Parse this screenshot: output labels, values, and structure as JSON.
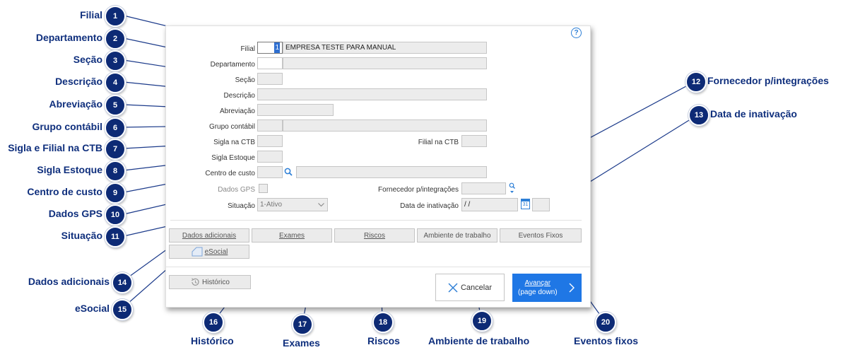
{
  "colors": {
    "badge": "#0d2a75",
    "callout_text": "#0f2f7d",
    "primary_button": "#1f77e5",
    "field_bg": "#ececec"
  },
  "form": {
    "help_icon": "?",
    "filial": {
      "label": "Filial",
      "code": "1",
      "name": "EMPRESA TESTE PARA MANUAL"
    },
    "departamento": {
      "label": "Departamento",
      "code": "",
      "name": ""
    },
    "secao": {
      "label": "Seção",
      "value": ""
    },
    "descricao": {
      "label": "Descrição",
      "value": ""
    },
    "abreviacao": {
      "label": "Abreviação",
      "value": ""
    },
    "grupo_contabil": {
      "label": "Grupo contábil",
      "code": "",
      "name": ""
    },
    "sigla_ctb": {
      "label": "Sigla na CTB",
      "value": ""
    },
    "filial_ctb": {
      "label": "Filial na CTB",
      "value": ""
    },
    "sigla_estoque": {
      "label": "Sigla Estoque",
      "value": ""
    },
    "centro_custo": {
      "label": "Centro de custo",
      "code": "",
      "name": ""
    },
    "dados_gps": {
      "label": "Dados GPS",
      "checked": false
    },
    "fornecedor": {
      "label": "Fornecedor p/integrações",
      "value": ""
    },
    "situacao": {
      "label": "Situação",
      "value": "1-Ativo"
    },
    "data_inativacao": {
      "label": "Data de inativação",
      "value": " / /",
      "calendar_day": "31",
      "extra": ""
    },
    "tabs": {
      "dados_adicionais": "Dados adicionais",
      "exames": "Exames",
      "riscos": "Riscos",
      "ambiente": "Ambiente de trabalho",
      "eventos": "Eventos Fixos",
      "esocial": "eSocial"
    },
    "historico": "Histórico",
    "cancelar": "Cancelar",
    "avancar": {
      "line1": "Avançar",
      "line2": "(page down)"
    }
  },
  "callouts": [
    {
      "num": "1",
      "text": "Filial"
    },
    {
      "num": "2",
      "text": "Departamento"
    },
    {
      "num": "3",
      "text": "Seção"
    },
    {
      "num": "4",
      "text": "Descrição"
    },
    {
      "num": "5",
      "text": "Abreviação"
    },
    {
      "num": "6",
      "text": "Grupo contábil"
    },
    {
      "num": "7",
      "text": "Sigla e Filial na CTB"
    },
    {
      "num": "8",
      "text": "Sigla Estoque"
    },
    {
      "num": "9",
      "text": "Centro de custo"
    },
    {
      "num": "10",
      "text": "Dados GPS"
    },
    {
      "num": "11",
      "text": "Situação"
    },
    {
      "num": "12",
      "text": "Fornecedor p/integrações"
    },
    {
      "num": "13",
      "text": "Data de inativação"
    },
    {
      "num": "14",
      "text": "Dados adicionais"
    },
    {
      "num": "15",
      "text": "eSocial"
    },
    {
      "num": "16",
      "text": "Histórico"
    },
    {
      "num": "17",
      "text": "Exames"
    },
    {
      "num": "18",
      "text": "Riscos"
    },
    {
      "num": "19",
      "text": "Ambiente de trabalho"
    },
    {
      "num": "20",
      "text": "Eventos fixos"
    }
  ]
}
